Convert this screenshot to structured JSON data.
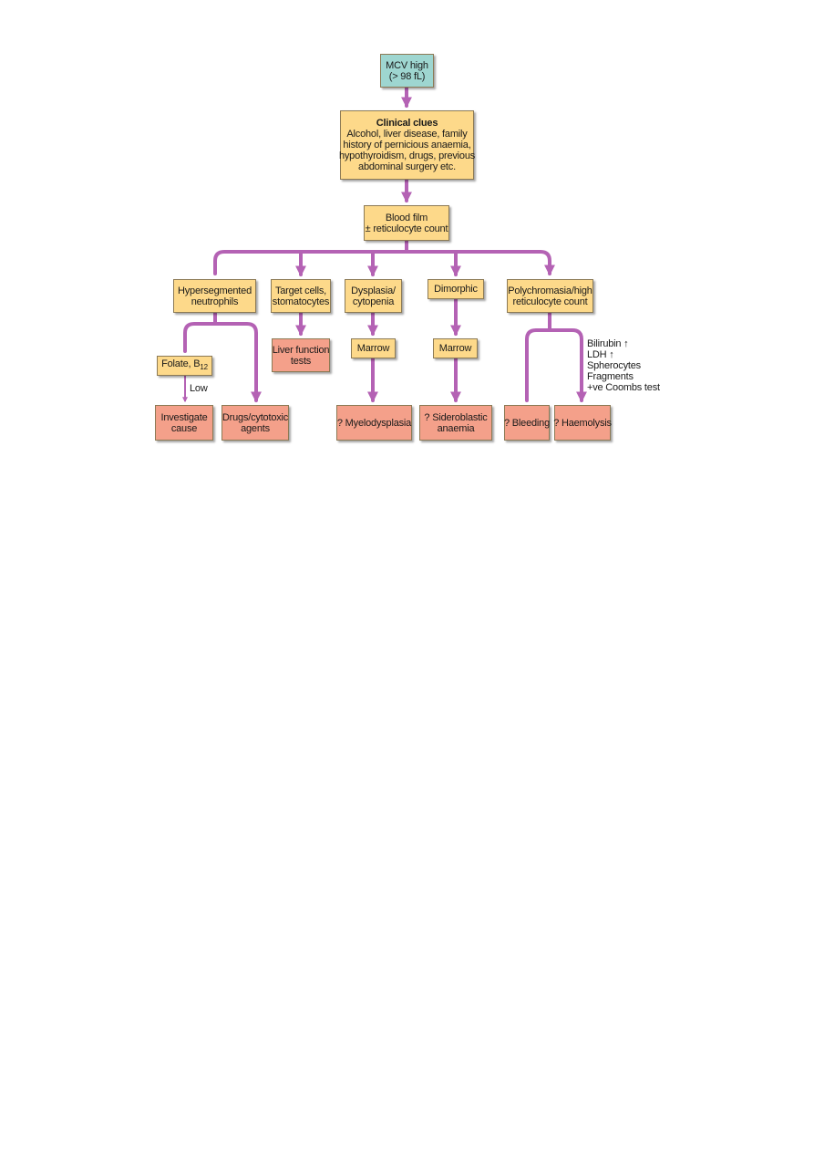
{
  "colors": {
    "connector": "#b462b4",
    "start_box": "#9ed6d0",
    "step_box": "#fdd98a",
    "outcome_box": "#f4a08a"
  },
  "nodes": {
    "mcv": {
      "line1": "MCV high",
      "line2": "(> 98 fL)"
    },
    "clinical": {
      "title": "Clinical clues",
      "line1": "Alcohol, liver disease, family",
      "line2": "history of pernicious anaemia,",
      "line3": "hypothyroidism, drugs, previous",
      "line4": "abdominal surgery etc."
    },
    "blood_film": {
      "line1": "Blood film",
      "line2": "± reticulocyte count"
    },
    "hypersegmented": {
      "line1": "Hypersegmented",
      "line2": "neutrophils"
    },
    "target_cells": {
      "line1": "Target cells,",
      "line2": "stomatocytes"
    },
    "dysplasia": {
      "line1": "Dysplasia/",
      "line2": "cytopenia"
    },
    "dimorphic": {
      "line1": "Dimorphic"
    },
    "polychromasia": {
      "line1": "Polychromasia/high",
      "line2": "reticulocyte count"
    },
    "folate": {
      "text": "Folate, B",
      "sub": "12"
    },
    "liver_function": {
      "line1": "Liver function",
      "line2": "tests"
    },
    "marrow_1": {
      "line1": "Marrow"
    },
    "marrow_2": {
      "line1": "Marrow"
    },
    "investigate": {
      "line1": "Investigate",
      "line2": "cause"
    },
    "drugs": {
      "line1": "Drugs/cytotoxic",
      "line2": "agents"
    },
    "myelodysplasia": {
      "line1": "? Myelodysplasia"
    },
    "sideroblastic": {
      "line1": "? Sideroblastic",
      "line2": "anaemia"
    },
    "bleeding": {
      "line1": "? Bleeding"
    },
    "haemolysis": {
      "line1": "? Haemolysis"
    }
  },
  "notes": {
    "low": "Low",
    "haemolysis_markers": [
      "Bilirubin ↑",
      "LDH ↑",
      "Spherocytes",
      "Fragments",
      "+ve Coombs test"
    ]
  }
}
